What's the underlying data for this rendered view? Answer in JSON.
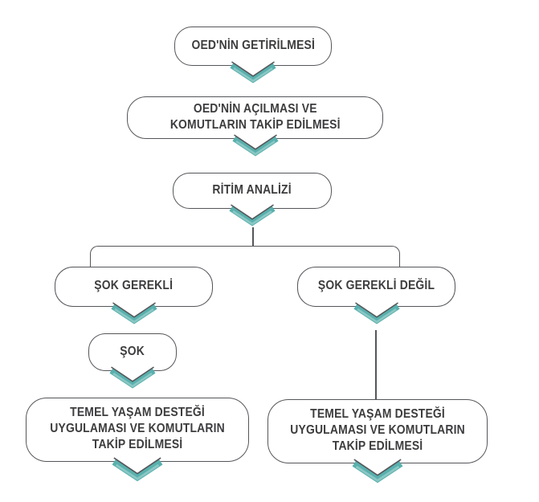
{
  "diagram": {
    "colors": {
      "accent": "#58b0ad",
      "accent_light": "#8ac7c4",
      "line": "#55565a",
      "text": "#3d3d3f",
      "background": "#ffffff"
    },
    "nodes": {
      "bring": {
        "label": "OED'NİN GETİRİLMESİ"
      },
      "open": {
        "label": "OED'NİN AÇILMASI VE\nKOMUTLARIN TAKİP EDİLMESİ"
      },
      "rhythm": {
        "label": "RİTİM ANALİZİ"
      },
      "shock_needed": {
        "label": "ŞOK GEREKLİ"
      },
      "shock_not_needed": {
        "label": "ŞOK GEREKLİ DEĞİL"
      },
      "shock": {
        "label": "ŞOK"
      },
      "bls_left": {
        "label": "TEMEL YAŞAM DESTEĞİ\nUYGULAMASI VE KOMUTLARIN\nTAKİP EDİLMESİ"
      },
      "bls_right": {
        "label": "TEMEL YAŞAM DESTEĞİ\nUYGULAMASI VE KOMUTLARIN\nTAKİP EDİLMESİ"
      }
    }
  }
}
